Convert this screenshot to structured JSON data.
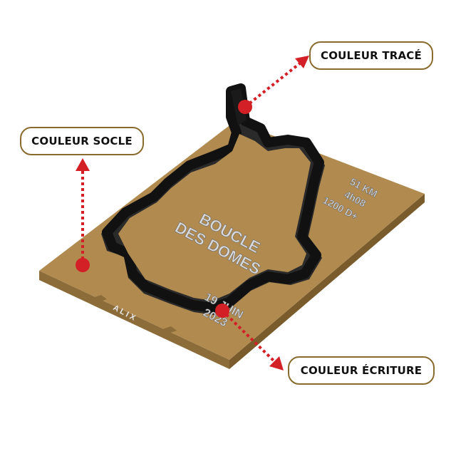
{
  "callouts": {
    "trace": "COULEUR TRACÉ",
    "socle": "COULEUR SOCLE",
    "ecriture": "COULEUR ÉCRITURE"
  },
  "plaque": {
    "title_line1": "BOUCLE",
    "title_line2": "DES DOMES",
    "stat_distance": "51 KM",
    "stat_time": "4h08",
    "stat_elevation": "1200 D+",
    "date_line1": "19 JUIN",
    "date_line2": "2023",
    "name": "A L I X"
  },
  "colors": {
    "socle": "#b08a4f",
    "socle_edge": "#8c6c38",
    "trace": "#1c1c1c",
    "ecriture": "#d9d9d9",
    "marker": "#d31f26",
    "callout_border": "#8a6b2e"
  }
}
